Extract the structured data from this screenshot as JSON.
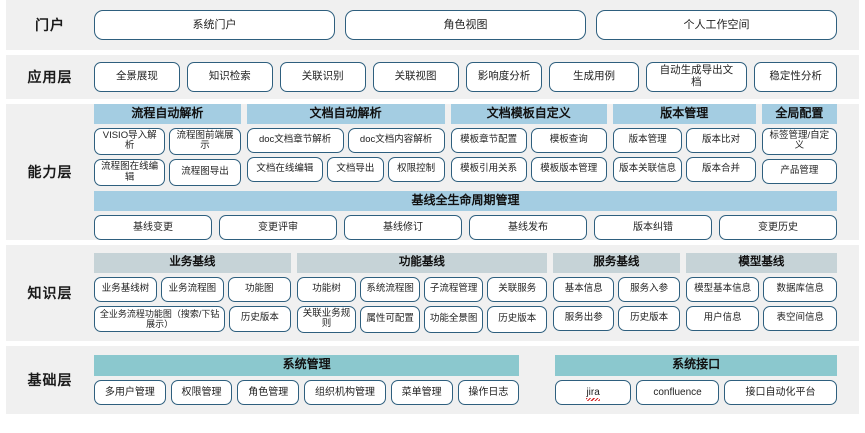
{
  "colors": {
    "band_bg": "#f0f0f0",
    "pill_border": "#2e5f7e",
    "capability_header": "#a4cde2",
    "knowledge_header": "#c6d3d7",
    "foundation_header": "#8bc8ce",
    "page_bg": "#ffffff"
  },
  "layers": [
    {
      "label": "门户",
      "items": [
        "系统门户",
        "角色视图",
        "个人工作空间"
      ]
    },
    {
      "label": "应用层",
      "items": [
        "全景展现",
        "知识检索",
        "关联识别",
        "关联视图",
        "影响度分析",
        "生成用例",
        "自动生成导出文档",
        "稳定性分析"
      ]
    },
    {
      "label": "能力层",
      "groups": [
        {
          "title": "流程自动解析",
          "rows": [
            [
              "VISIO导入解析",
              "流程图前端展示"
            ],
            [
              "流程图在线编辑",
              "流程图导出"
            ]
          ]
        },
        {
          "title": "文档自动解析",
          "rows": [
            [
              "doc文档章节解析",
              "doc文档内容解析"
            ],
            [
              "文档在线编辑",
              "文档导出",
              "权限控制"
            ]
          ]
        },
        {
          "title": "文档模板自定义",
          "rows": [
            [
              "模板章节配置",
              "模板查询"
            ],
            [
              "模板引用关系",
              "模板版本管理"
            ]
          ]
        },
        {
          "title": "版本管理",
          "rows": [
            [
              "版本管理",
              "版本比对"
            ],
            [
              "版本关联信息",
              "版本合并"
            ]
          ]
        },
        {
          "title": "全局配置",
          "rows": [
            [
              "标签管理/自定义"
            ],
            [
              "产品管理"
            ]
          ]
        }
      ],
      "lifecycle": {
        "title": "基线全生命周期管理",
        "items": [
          "基线变更",
          "变更评审",
          "基线修订",
          "基线发布",
          "版本纠错",
          "变更历史"
        ]
      }
    },
    {
      "label": "知识层",
      "groups": [
        {
          "title": "业务基线",
          "rows": [
            [
              "业务基线树",
              "业务流程图",
              "功能图"
            ],
            [
              "全业务流程功能图（搜索/下钻展示）",
              "历史版本"
            ]
          ]
        },
        {
          "title": "功能基线",
          "rows": [
            [
              "功能树",
              "系统流程图",
              "子流程管理",
              "关联服务"
            ],
            [
              "关联业务规则",
              "属性可配置",
              "功能全景图",
              "历史版本"
            ]
          ]
        },
        {
          "title": "服务基线",
          "rows": [
            [
              "基本信息",
              "服务入参"
            ],
            [
              "服务出参",
              "历史版本"
            ]
          ]
        },
        {
          "title": "模型基线",
          "rows": [
            [
              "模型基本信息",
              "数据库信息"
            ],
            [
              "用户信息",
              "表空间信息"
            ]
          ]
        }
      ]
    },
    {
      "label": "基础层",
      "groups": [
        {
          "title": "系统管理",
          "rows": [
            [
              "多用户管理",
              "权限管理",
              "角色管理",
              "组织机构管理",
              "菜单管理",
              "操作日志"
            ]
          ]
        },
        {
          "title": "系统接口",
          "rows": [
            [
              "jira",
              "confluence",
              "接口自动化平台"
            ]
          ]
        }
      ]
    }
  ]
}
